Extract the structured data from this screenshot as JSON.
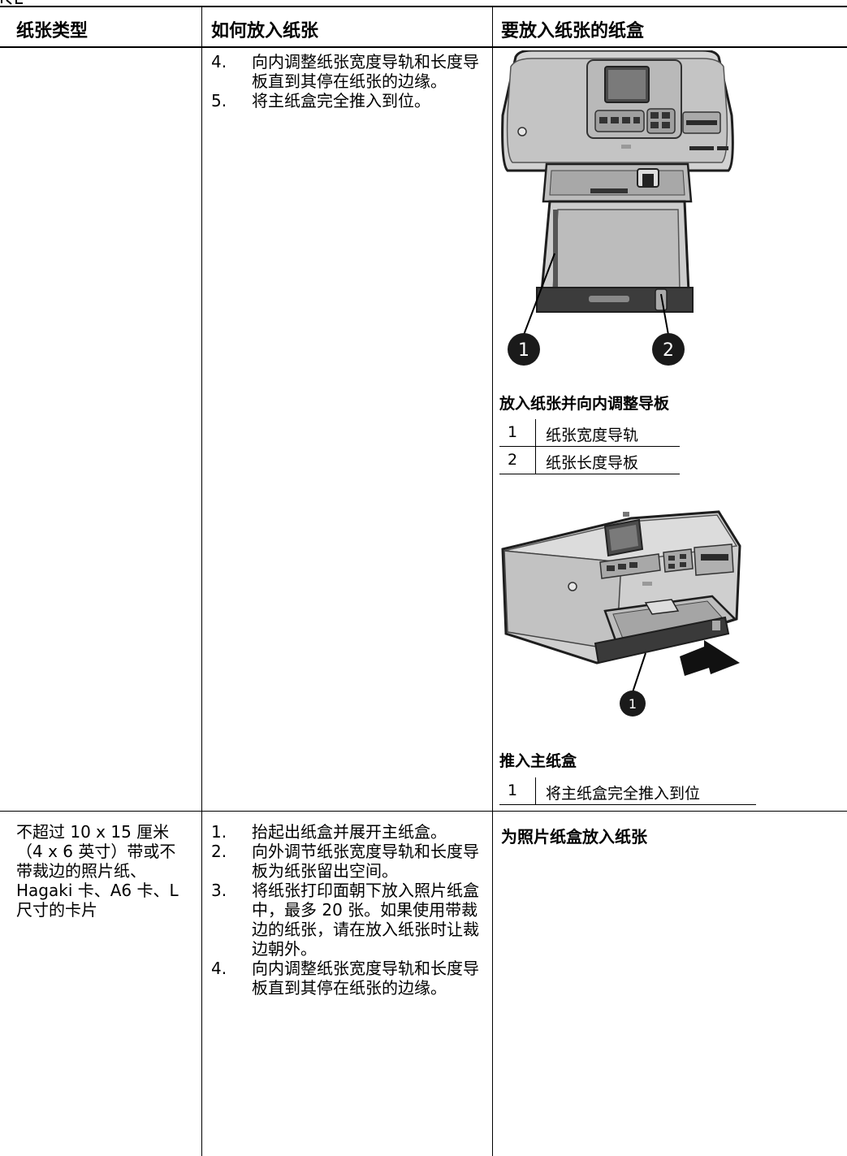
{
  "header": {
    "col1": "纸张类型",
    "col2": "如何放入纸张",
    "col3": "要放入纸张的纸盒"
  },
  "row1": {
    "steps": [
      {
        "num": "4.",
        "text": "向内调整纸张宽度导轨和长度导板直到其停在纸张的边缘。"
      },
      {
        "num": "5.",
        "text": "将主纸盒完全推入到位。"
      }
    ],
    "figure1": {
      "caption": "放入纸张并向内调整导板",
      "callouts": [
        "1",
        "2"
      ],
      "legend": [
        {
          "num": "1",
          "text": "纸张宽度导轨"
        },
        {
          "num": "2",
          "text": "纸张长度导板"
        }
      ]
    },
    "figure2": {
      "caption": "推入主纸盒",
      "callouts": [
        "1"
      ],
      "legend": [
        {
          "num": "1",
          "text": "将主纸盒完全推入到位"
        }
      ]
    }
  },
  "row2": {
    "paper_type": "不超过 10 x 15 厘米（4 x 6 英寸）带或不带裁边的照片纸、Hagaki 卡、A6 卡、L 尺寸的卡片",
    "steps": [
      {
        "num": "1.",
        "text": "抬起出纸盒并展开主纸盒。"
      },
      {
        "num": "2.",
        "text": "向外调节纸张宽度导轨和长度导板为纸张留出空间。"
      },
      {
        "num": "3.",
        "text": "将纸张打印面朝下放入照片纸盒中，最多 20 张。如果使用带裁边的纸张，请在放入纸张时让裁边朝外。"
      },
      {
        "num": "4.",
        "text": "向内调整纸张宽度导轨和长度导板直到其停在纸张的边缘。"
      }
    ],
    "tray_title": "为照片纸盒放入纸张"
  },
  "colors": {
    "rule": "#000000",
    "printer_body": "#c8c8c8",
    "printer_dark": "#3a3a3a"
  }
}
